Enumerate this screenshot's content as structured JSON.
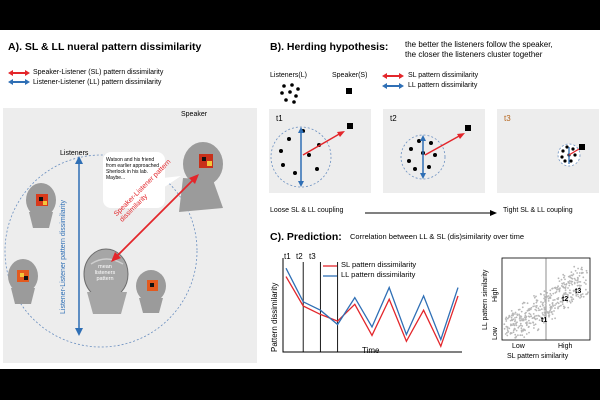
{
  "panelA": {
    "title": "A).  SL & LL nueral pattern dissimilarity",
    "legend_sl": "Speaker-Listener (SL) pattern dissimilarity",
    "legend_ll": "Listener-Listener (LL) pattern dissimilarity",
    "speaker_label": "Speaker",
    "listeners_label": "Listeners",
    "speech": "Watson and his friend from earlier approached Sherlock in his lab. Maybe...",
    "sl_arrow_label": "Speaker-Listener pattern dissimilarity",
    "ll_arrow_label": "Listener-Listener pattern dissimilarity",
    "mean_label": "mean listeners pattern",
    "colors": {
      "sl": "#e3262b",
      "ll": "#2f6fb5",
      "panel": "#ededed"
    }
  },
  "panelB": {
    "title": "B).  Herding hypothesis:",
    "subtitle_line1": "the better the listeners follow the speaker,",
    "subtitle_line2": "the closer the listeners cluster together",
    "listeners_key": "Listeners(L)",
    "speaker_key": "Speaker(S)",
    "legend_sl": "SL pattern dissimilarity",
    "legend_ll": "LL pattern dissimilarity",
    "time_labels": [
      "t1",
      "t2",
      "t3"
    ],
    "axis_left": "Loose SL & LL coupling",
    "axis_right": "Tight SL & LL coupling"
  },
  "panelC": {
    "title": "C).  Prediction:",
    "subtitle": "Correlation between LL & SL (dis)similarity over time",
    "ylabel": "Pattern dissimilarity",
    "xlabel": "Time",
    "time_markers": [
      "t1",
      "t2",
      "t3"
    ],
    "scatter_ylabel": "LL pattern similarity",
    "scatter_xlabel": "SL pattern similarity",
    "scatter_low_x": "Low",
    "scatter_high_x": "High",
    "scatter_low_y": "Low",
    "scatter_high_y": "High",
    "scatter_points": [
      "t1",
      "t2",
      "t3"
    ]
  },
  "chart_data": {
    "type": "line",
    "xlabel": "Time",
    "ylabel": "Pattern dissimilarity",
    "x": [
      0,
      1,
      2,
      3,
      4,
      5,
      6,
      7,
      8,
      9,
      10
    ],
    "series": [
      {
        "name": "SL pattern dissimilarity",
        "color": "#e3262b",
        "values": [
          0.85,
          0.5,
          0.4,
          0.32,
          0.52,
          0.15,
          0.58,
          0.08,
          0.45,
          0.02,
          0.62
        ]
      },
      {
        "name": "LL pattern dissimilarity",
        "color": "#2f6fb5",
        "values": [
          0.95,
          0.55,
          0.45,
          0.28,
          0.6,
          0.25,
          0.72,
          0.16,
          0.62,
          0.1,
          0.72
        ]
      }
    ],
    "markers": [
      1,
      2,
      3
    ]
  }
}
